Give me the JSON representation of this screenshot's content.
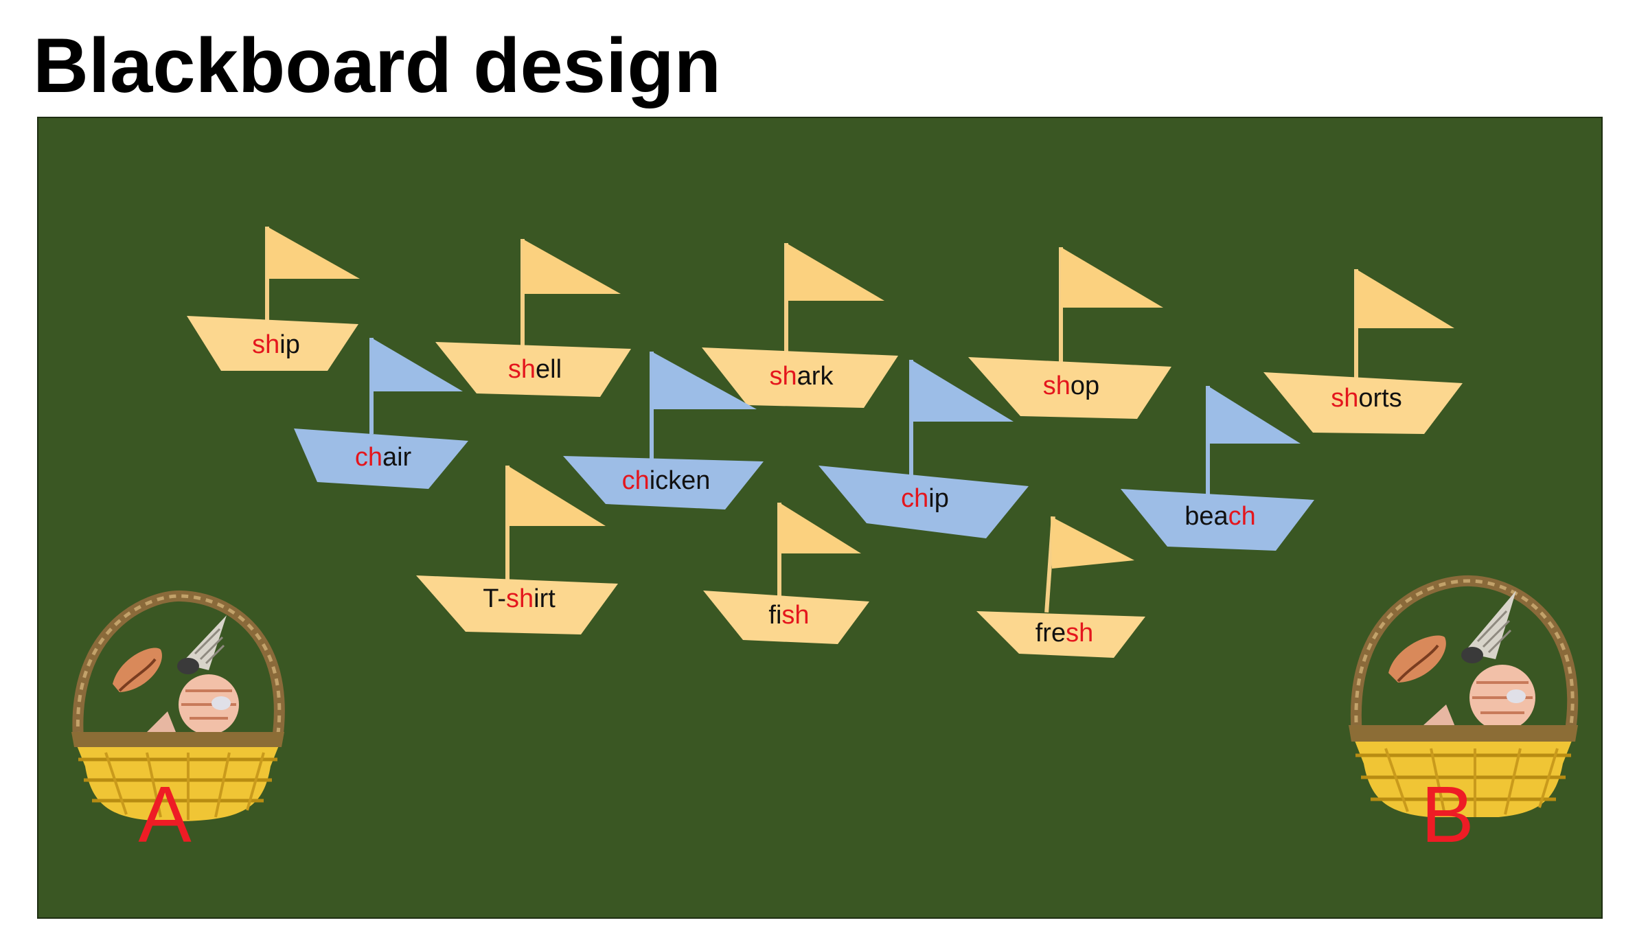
{
  "slide": {
    "title": "Blackboard design"
  },
  "colors": {
    "board": "#3a5723",
    "sh_boat": "#fcd78f",
    "ch_boat": "#9dbde6",
    "highlight": "#e4161d",
    "basket_label": "#ee1c25"
  },
  "boats": [
    {
      "name": "ship",
      "type": "sh",
      "parts": [
        "sh",
        "ip"
      ]
    },
    {
      "name": "shell",
      "type": "sh",
      "parts": [
        "sh",
        "ell"
      ]
    },
    {
      "name": "shark",
      "type": "sh",
      "parts": [
        "sh",
        "ark"
      ]
    },
    {
      "name": "shop",
      "type": "sh",
      "parts": [
        "sh",
        "op"
      ]
    },
    {
      "name": "shorts",
      "type": "sh",
      "parts": [
        "sh",
        "orts"
      ]
    },
    {
      "name": "chair",
      "type": "ch",
      "parts": [
        "ch",
        "air"
      ]
    },
    {
      "name": "chicken",
      "type": "ch",
      "parts": [
        "ch",
        "icken"
      ]
    },
    {
      "name": "chip",
      "type": "ch",
      "parts": [
        "ch",
        "ip"
      ]
    },
    {
      "name": "beach",
      "type": "ch",
      "parts": [
        "bea",
        "ch"
      ]
    },
    {
      "name": "T-shirt",
      "type": "sh",
      "parts": [
        "T-",
        "sh",
        "irt"
      ]
    },
    {
      "name": "fish",
      "type": "sh",
      "parts": [
        "fi",
        "sh"
      ]
    },
    {
      "name": "fresh",
      "type": "sh",
      "parts": [
        "fre",
        "sh"
      ]
    }
  ],
  "baskets": [
    {
      "label": "A"
    },
    {
      "label": "B"
    }
  ]
}
